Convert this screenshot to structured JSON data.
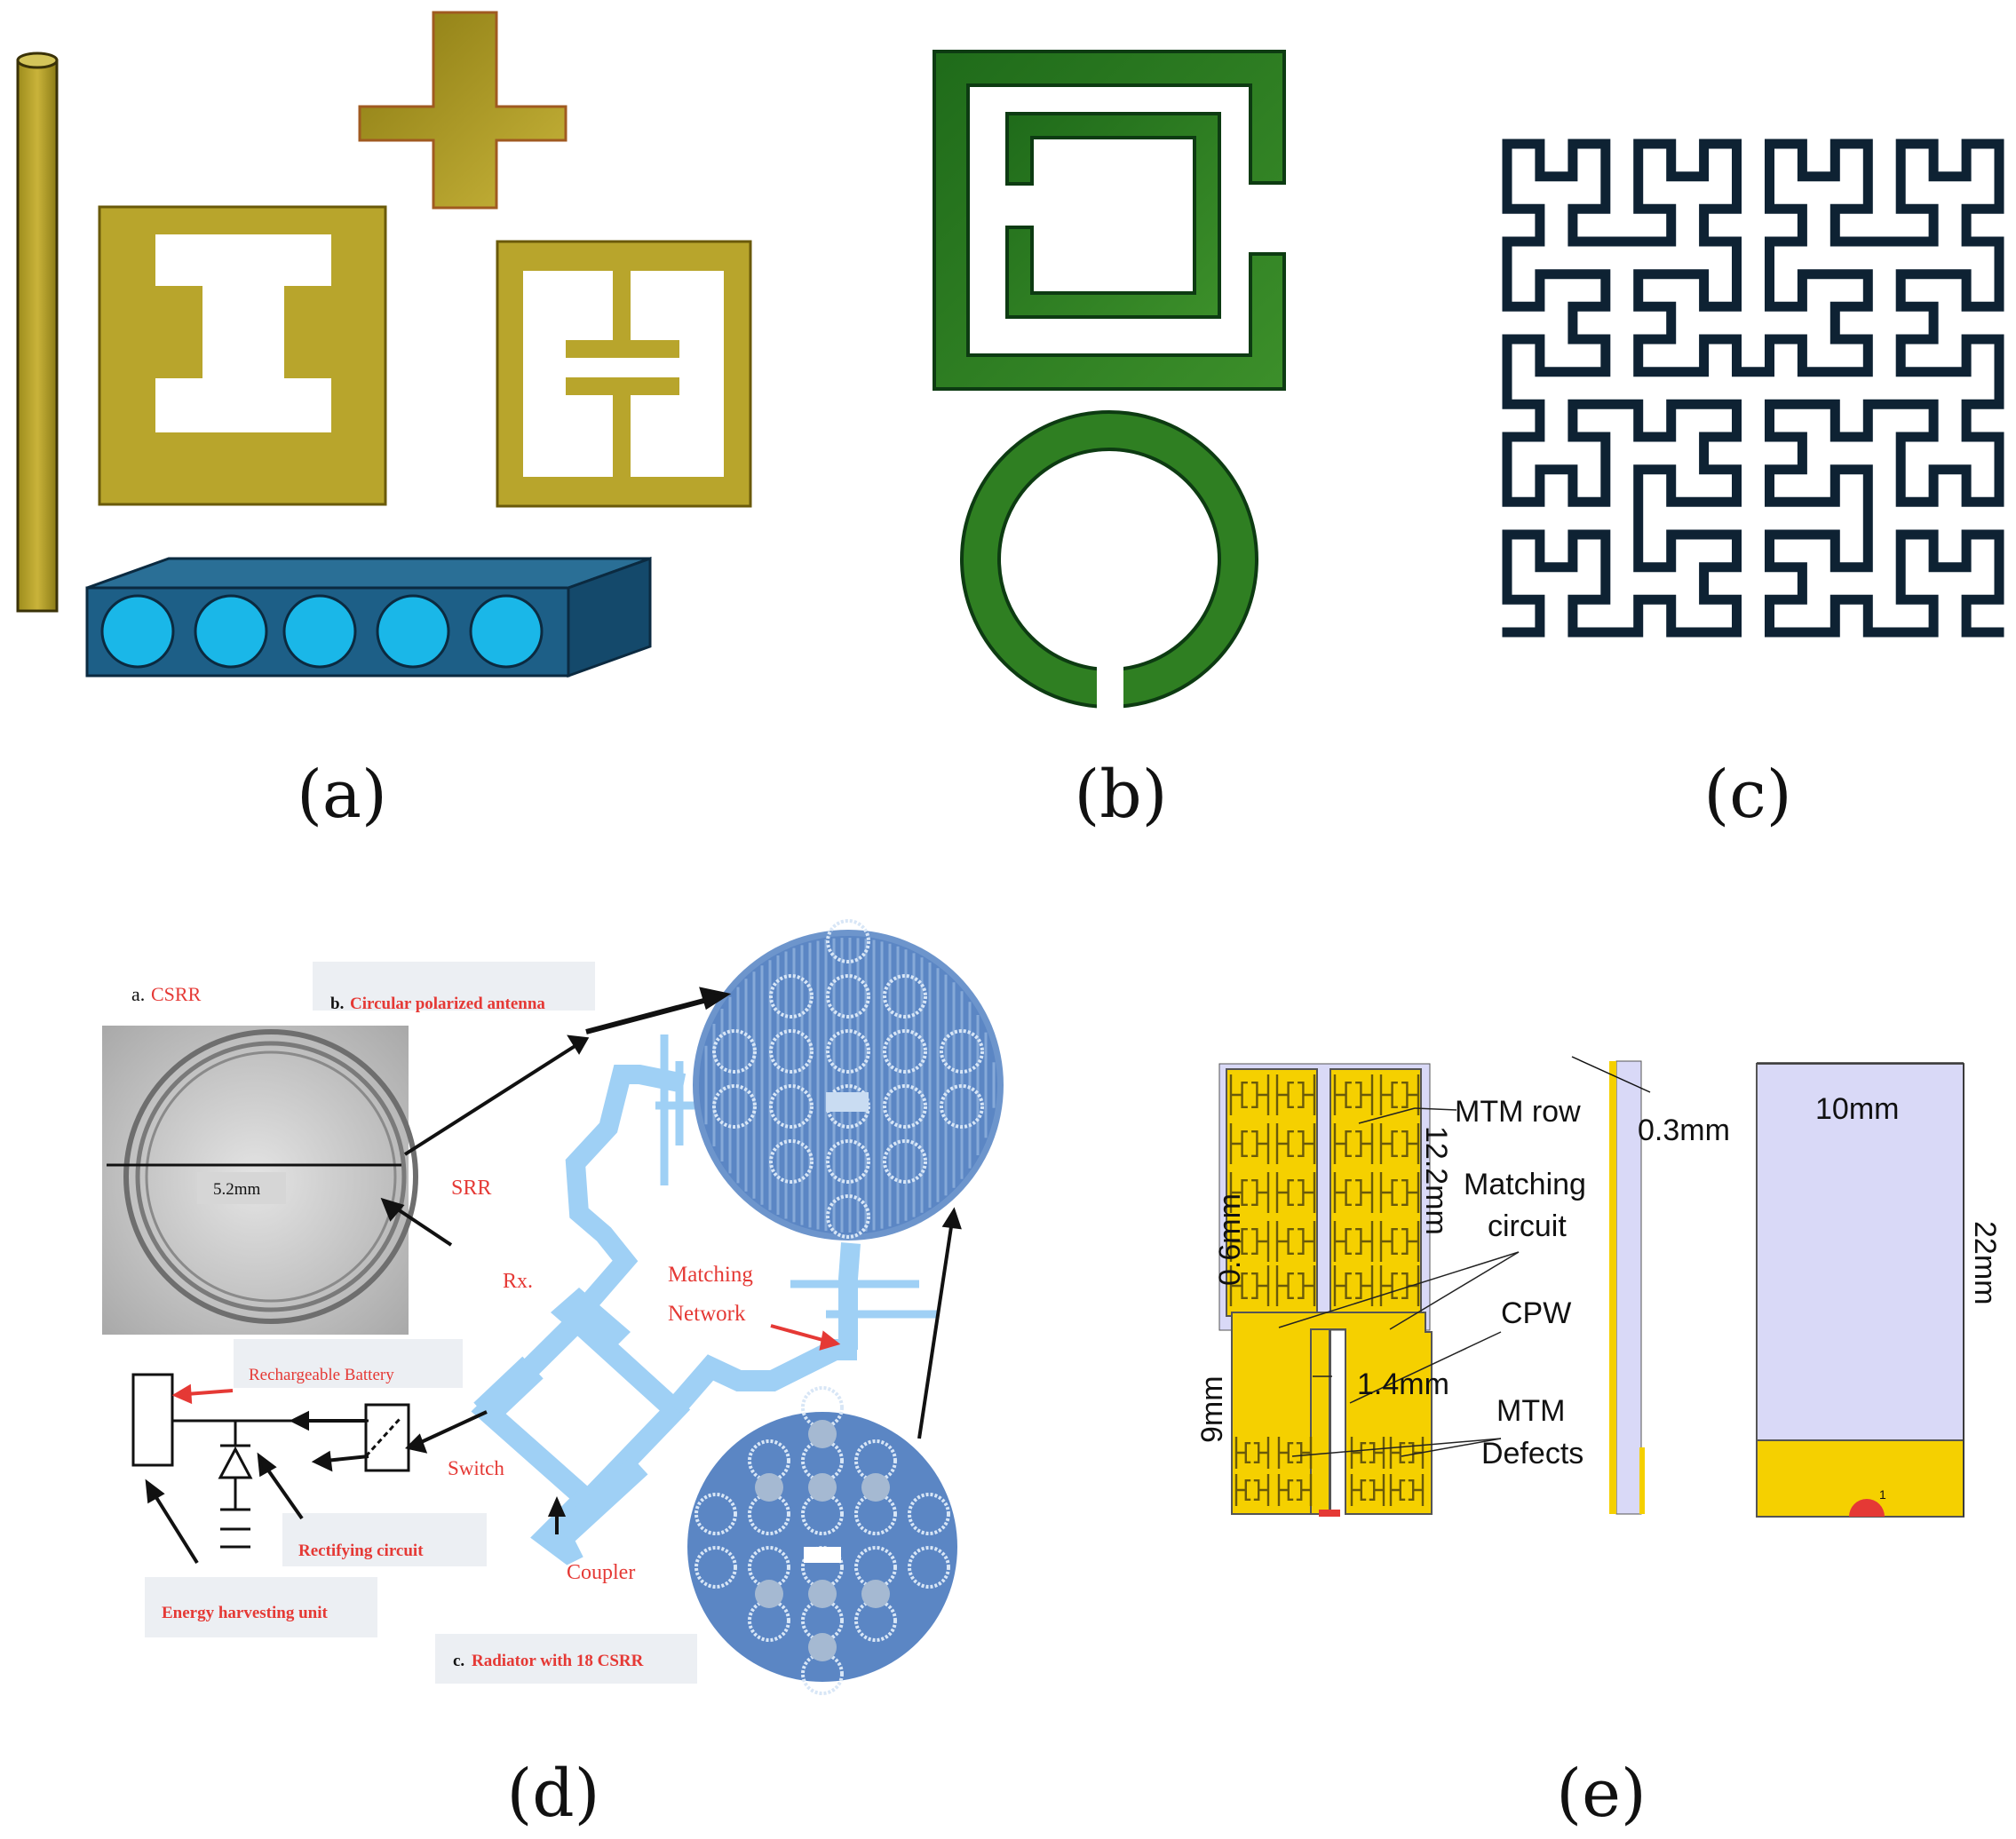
{
  "captions": {
    "a": "(a)",
    "b": "(b)",
    "c": "(c)",
    "d": "(d)",
    "e": "(e)"
  },
  "panel_d": {
    "label_a_prefix": "a.",
    "label_a": "CSRR",
    "label_b_prefix": "b.",
    "label_b": "Circular polarized antenna",
    "label_c_prefix": "c.",
    "label_c": "Radiator with 18 CSRR",
    "dimension": "5.2mm",
    "srr": "SRR",
    "rx": "Rx.",
    "matching_1": "Matching",
    "matching_2": "Network",
    "battery": "Rechargeable Battery",
    "switch": "Switch",
    "rectifying": "Rectifying circuit",
    "energy": "Energy harvesting unit",
    "coupler": "Coupler"
  },
  "panel_e": {
    "mtm_row": "MTM row",
    "dim_12_2": "12.2mm",
    "dim_0_6": "0.6mm",
    "matching_1": "Matching",
    "matching_2": "circuit",
    "cpw": "CPW",
    "dim_1_4": "1.4mm",
    "dim_9": "9mm",
    "mtm_1": "MTM",
    "mtm_2": "Defects",
    "dim_0_3": "0.3mm",
    "dim_10": "10mm",
    "dim_22": "22mm",
    "port": "1"
  },
  "colors": {
    "gold": "#b5a42a",
    "gold_dark": "#7a6a10",
    "green": "#2e7d1e",
    "green_dark": "#0d3b12",
    "navy": "#0e2233",
    "blue_block": "#1d5f87",
    "cyan": "#1ab7e8",
    "disk_blue": "#5b86c4",
    "line_blue": "#9fd0f5",
    "red_text": "#e53935",
    "yellow": "#f5d000",
    "lavender": "#d9d9f7"
  }
}
